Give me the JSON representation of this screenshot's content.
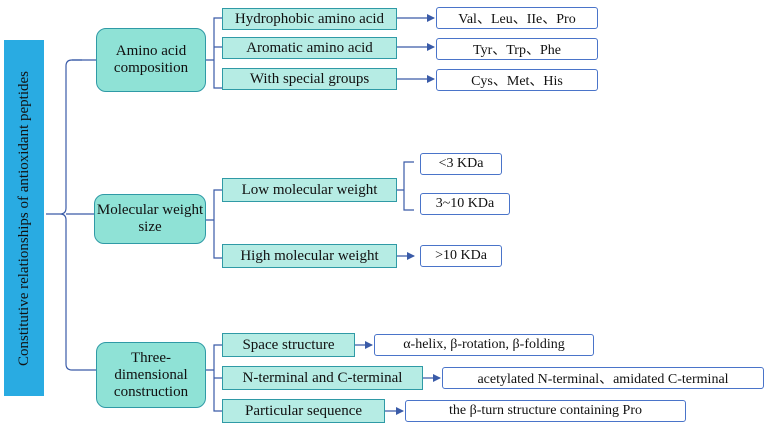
{
  "root": "Constitutive relationships of antioxidant peptides",
  "groups": [
    {
      "label": "Amino acid composition",
      "children": [
        {
          "label": "Hydrophobic amino acid",
          "leaves": [
            "Val、Leu、IIe、Pro"
          ]
        },
        {
          "label": "Aromatic amino acid",
          "leaves": [
            "Tyr、Trp、Phe"
          ]
        },
        {
          "label": "With special groups",
          "leaves": [
            "Cys、Met、His"
          ]
        }
      ]
    },
    {
      "label": "Molecular weight size",
      "children": [
        {
          "label": "Low molecular weight",
          "leaves": [
            "<3 KDa",
            "3~10 KDa"
          ]
        },
        {
          "label": "High molecular weight",
          "leaves": [
            ">10 KDa"
          ]
        }
      ]
    },
    {
      "label": "Three-dimensional construction",
      "children": [
        {
          "label": "Space structure",
          "leaves": [
            "α-helix, β-rotation, β-folding"
          ]
        },
        {
          "label": "N-terminal and C-terminal",
          "leaves": [
            "acetylated N-terminal、amidated C-terminal"
          ]
        },
        {
          "label": "Particular sequence",
          "leaves": [
            "the β-turn structure containing Pro"
          ]
        }
      ]
    }
  ],
  "colors": {
    "root_fill": "#29abe2",
    "group_fill": "#8fe2d6",
    "child_fill": "#b6ece4",
    "leaf_border": "#4a74c9",
    "connector": "#3a5ba8"
  }
}
